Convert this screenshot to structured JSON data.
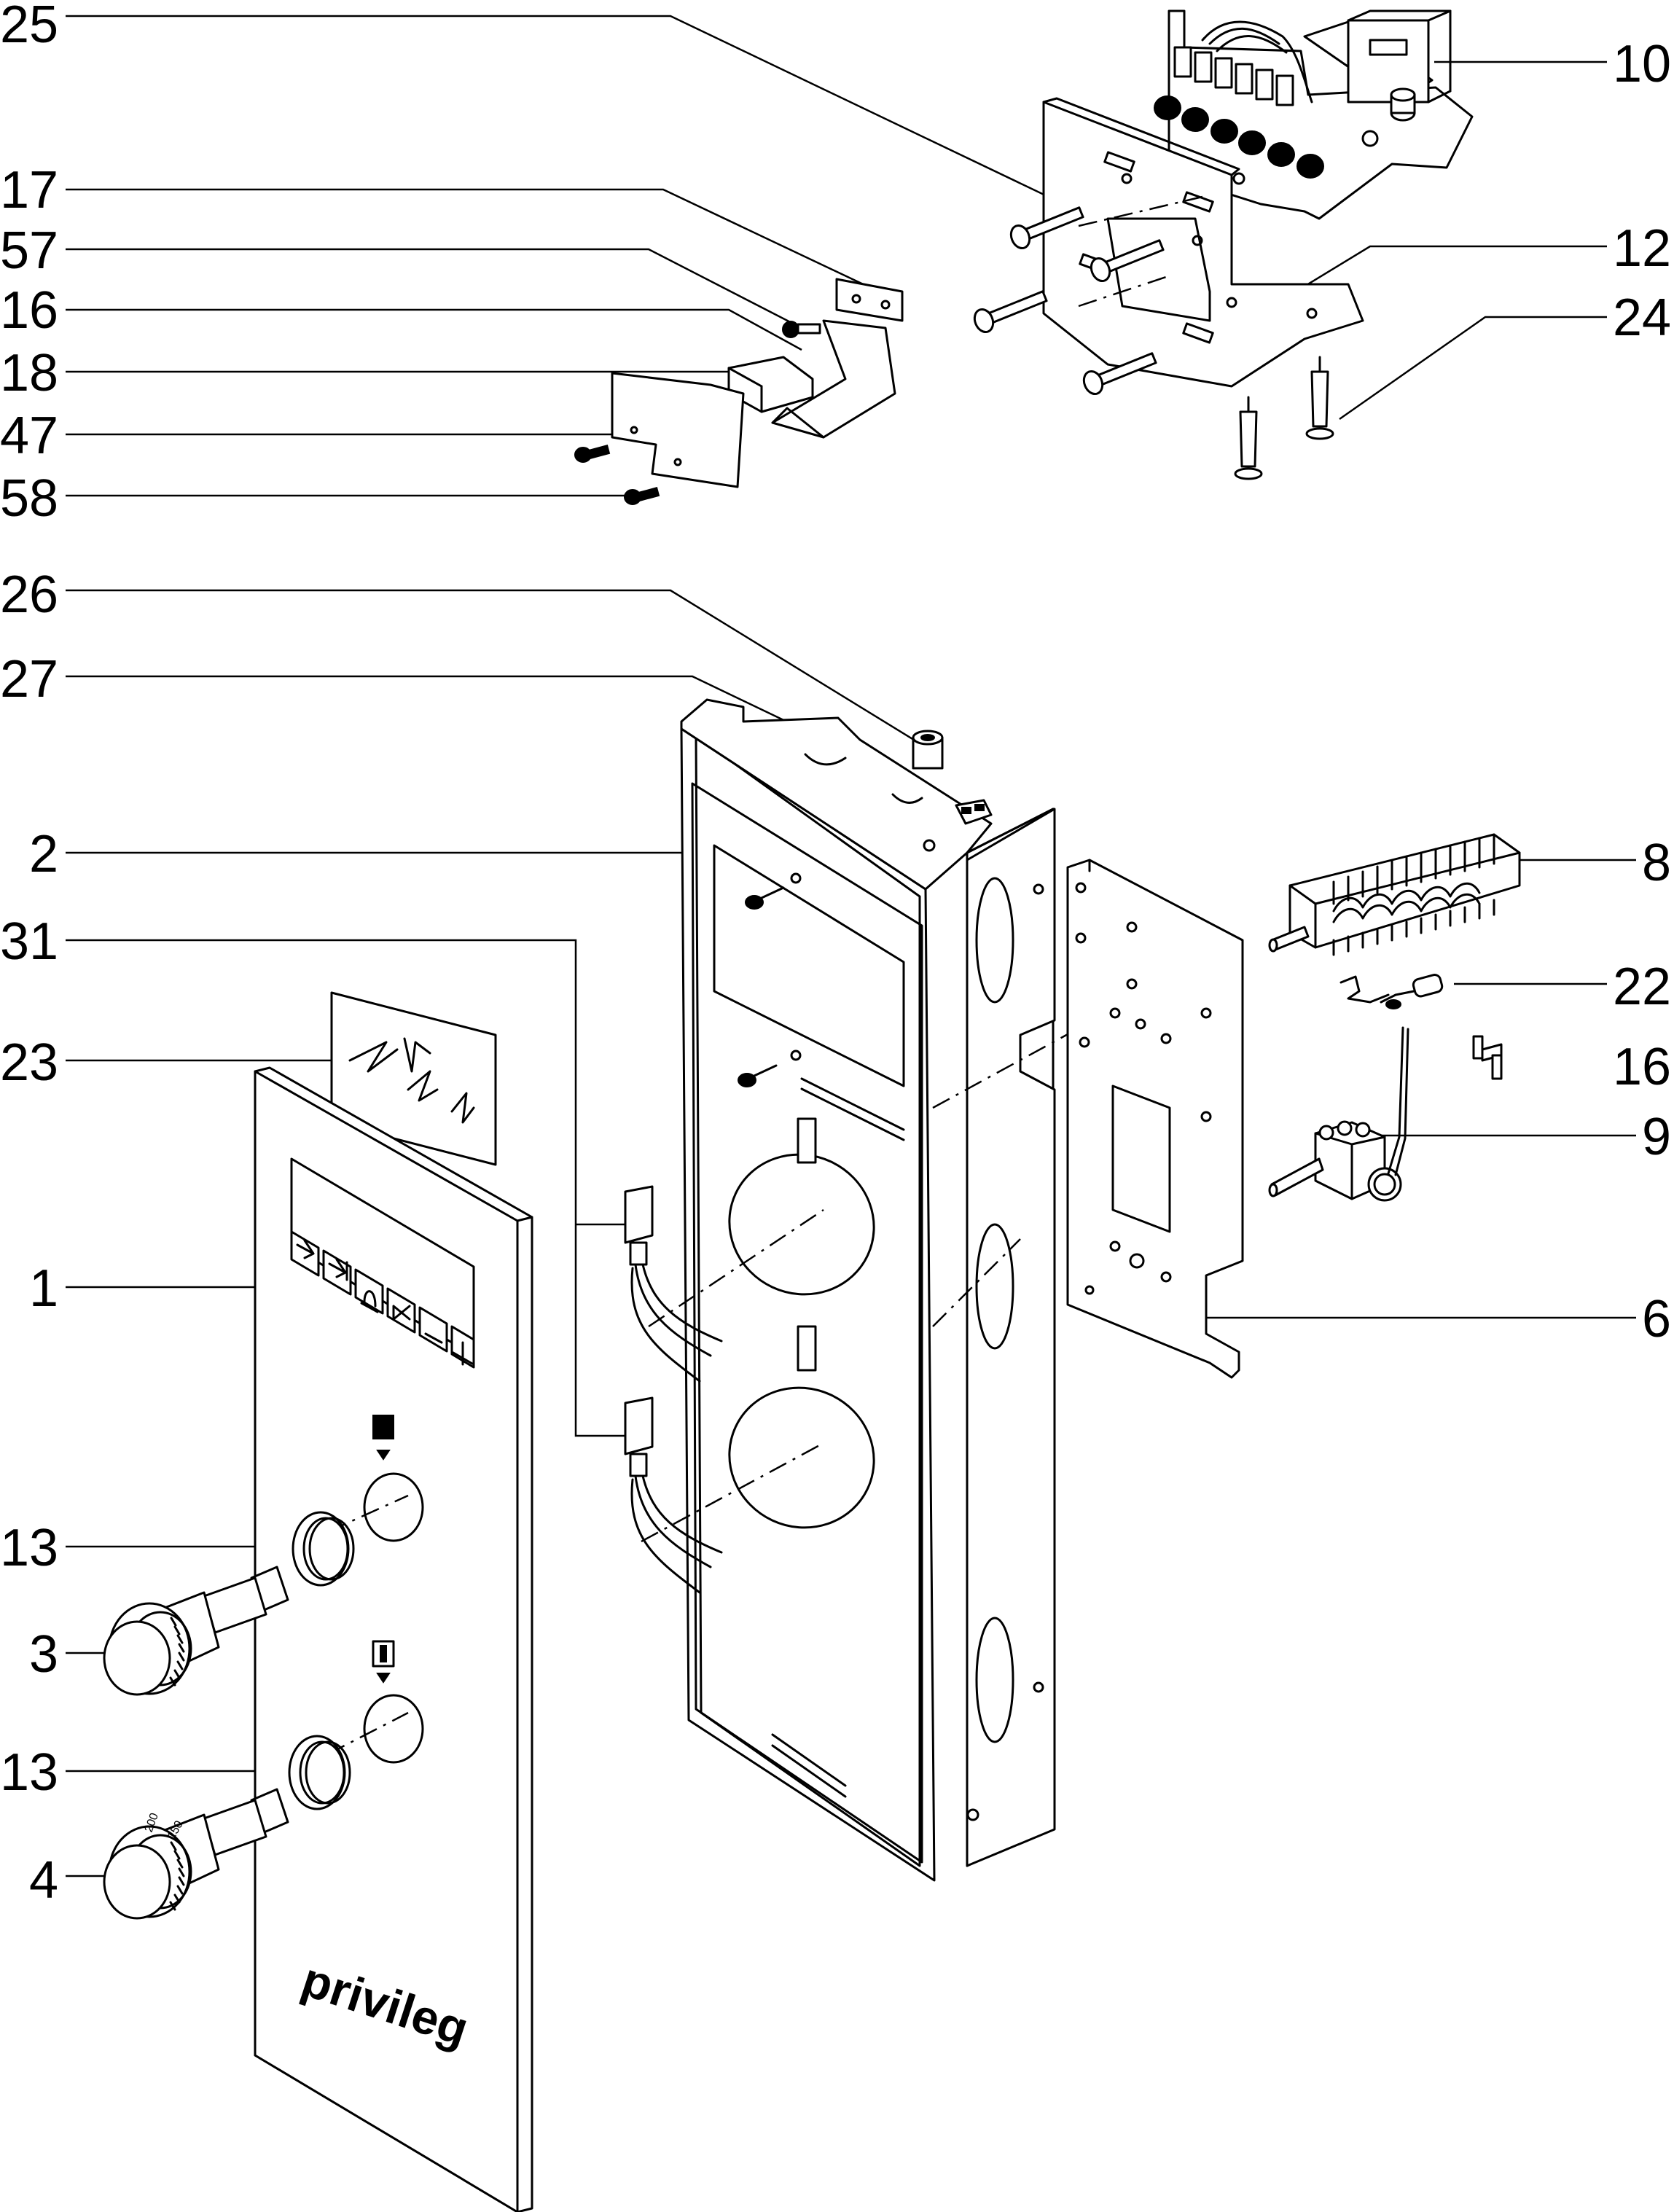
{
  "diagram": {
    "brand_label": "privileg",
    "dial_values": [
      "200",
      "150"
    ],
    "colors": {
      "line": "#000000",
      "background": "#ffffff"
    },
    "callouts": [
      {
        "key": "c25",
        "label": "25"
      },
      {
        "key": "c17",
        "label": "17"
      },
      {
        "key": "c57",
        "label": "57"
      },
      {
        "key": "c16a",
        "label": "16"
      },
      {
        "key": "c18",
        "label": "18"
      },
      {
        "key": "c47",
        "label": "47"
      },
      {
        "key": "c58",
        "label": "58"
      },
      {
        "key": "c26",
        "label": "26"
      },
      {
        "key": "c27",
        "label": "27"
      },
      {
        "key": "c2",
        "label": "2"
      },
      {
        "key": "c31",
        "label": "31"
      },
      {
        "key": "c23",
        "label": "23"
      },
      {
        "key": "c1",
        "label": "1"
      },
      {
        "key": "c13a",
        "label": "13"
      },
      {
        "key": "c3",
        "label": "3"
      },
      {
        "key": "c13b",
        "label": "13"
      },
      {
        "key": "c4",
        "label": "4"
      },
      {
        "key": "c10",
        "label": "10"
      },
      {
        "key": "c12",
        "label": "12"
      },
      {
        "key": "c24",
        "label": "24"
      },
      {
        "key": "c8",
        "label": "8"
      },
      {
        "key": "c22",
        "label": "22"
      },
      {
        "key": "c16b",
        "label": "16"
      },
      {
        "key": "c9",
        "label": "9"
      },
      {
        "key": "c6",
        "label": "6"
      }
    ]
  }
}
